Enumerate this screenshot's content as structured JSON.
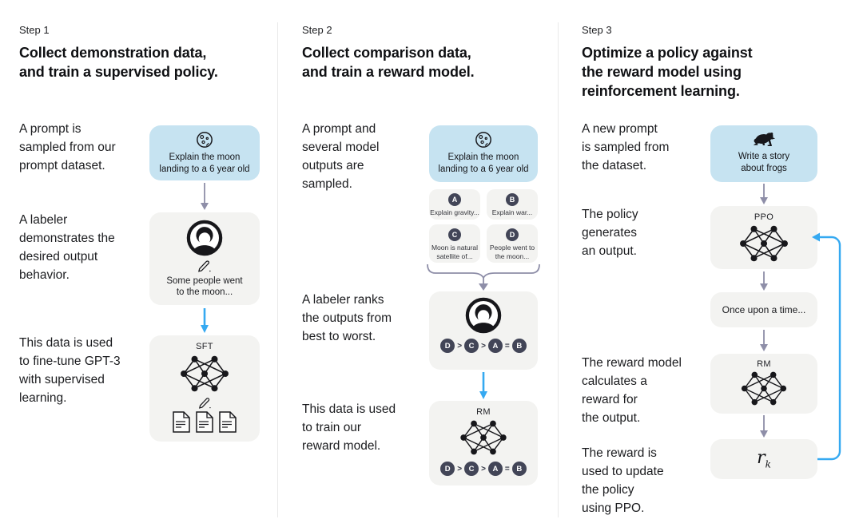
{
  "colors": {
    "prompt_box_bg": "#c6e3f1",
    "model_box_bg": "#f3f3f1",
    "badge_bg": "#424557",
    "arrow_gray": "#8e8ea8",
    "arrow_blue": "#35a9f1",
    "divider": "#e9e9e9",
    "text": "#1b1c1f"
  },
  "steps": [
    {
      "label": "Step 1",
      "title": "Collect demonstration data,\nand train a supervised policy.",
      "paragraphs": [
        "A prompt is\nsampled from our\nprompt dataset.",
        "A labeler\ndemonstrates the\ndesired output\nbehavior.",
        "This data is used\nto fine-tune GPT-3\nwith supervised\nlearning."
      ],
      "prompt_text": "Explain the moon\nlanding to a 6 year old",
      "demo_text": "Some people went\nto the moon...",
      "model_label": "SFT"
    },
    {
      "label": "Step 2",
      "title": "Collect comparison data,\nand train a reward model.",
      "paragraphs": [
        "A prompt and\nseveral model\noutputs are\nsampled.",
        "A labeler ranks\nthe outputs from\nbest to worst.",
        "This data is used\nto train our\nreward model."
      ],
      "prompt_text": "Explain the moon\nlanding to a 6 year old",
      "outputs": [
        {
          "badge": "A",
          "text": "Explain gravity..."
        },
        {
          "badge": "B",
          "text": "Explain war..."
        },
        {
          "badge": "C",
          "text": "Moon is natural\nsatellite of..."
        },
        {
          "badge": "D",
          "text": "People went to\nthe moon..."
        }
      ],
      "ranking": [
        "D",
        ">",
        "C",
        ">",
        "A",
        "=",
        "B"
      ],
      "model_label": "RM"
    },
    {
      "label": "Step 3",
      "title": "Optimize a policy against\nthe reward model using\nreinforcement learning.",
      "paragraphs": [
        "A new prompt\nis sampled from\nthe dataset.",
        "The policy\ngenerates\nan output.",
        "The reward model\ncalculates a\nreward for\nthe output.",
        "The reward is\nused to update\nthe policy\nusing PPO."
      ],
      "prompt_text": "Write a story\nabout frogs",
      "policy_label": "PPO",
      "output_text": "Once upon a time...",
      "model_label": "RM",
      "reward_base": "r",
      "reward_sub": "k"
    }
  ]
}
